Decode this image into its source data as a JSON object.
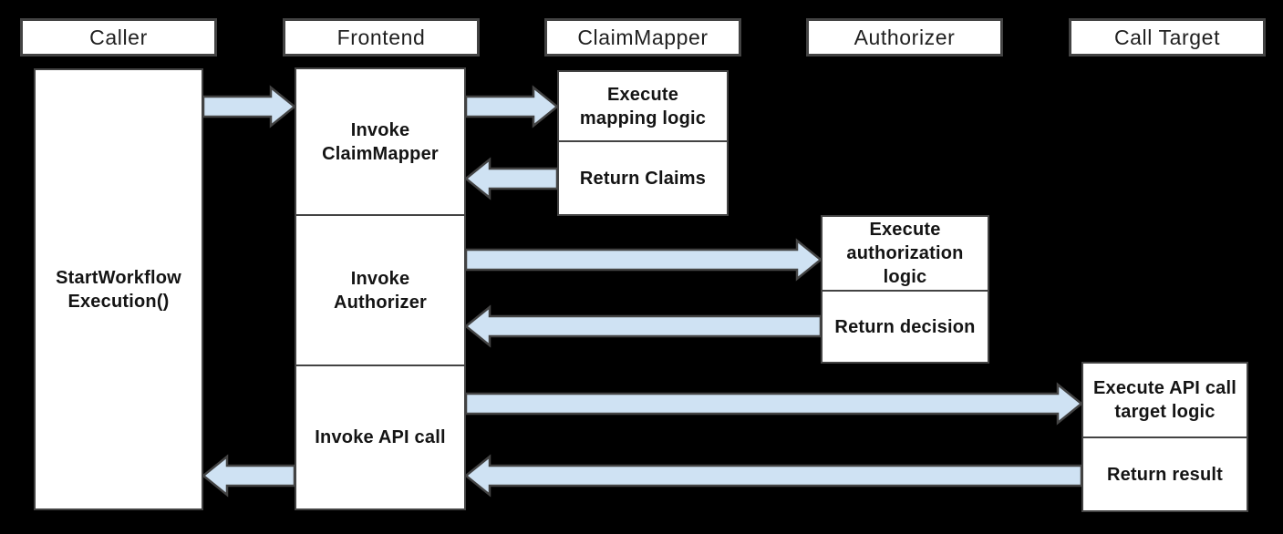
{
  "colors": {
    "background": "#000000",
    "box_fill": "#ffffff",
    "box_border": "#434343",
    "arrow_fill": "#cfe2f3",
    "arrow_stroke": "#434343",
    "text": "#141414"
  },
  "lifelines": [
    {
      "id": "caller",
      "label": "Caller"
    },
    {
      "id": "frontend",
      "label": "Frontend"
    },
    {
      "id": "claimmapper",
      "label": "ClaimMapper"
    },
    {
      "id": "authorizer",
      "label": "Authorizer"
    },
    {
      "id": "calltarget",
      "label": "Call Target"
    }
  ],
  "boxes": {
    "caller_activation": {
      "lines": [
        "StartWorkflow",
        "Execution()"
      ]
    },
    "frontend_invoke_claimmapper": {
      "lines": [
        "Invoke",
        "ClaimMapper"
      ]
    },
    "frontend_invoke_authorizer": {
      "lines": [
        "Invoke",
        "Authorizer"
      ]
    },
    "frontend_invoke_api_call": {
      "lines": [
        "Invoke API call"
      ]
    },
    "claimmapper_execute": {
      "lines": [
        "Execute",
        "mapping logic"
      ]
    },
    "claimmapper_return": {
      "lines": [
        "Return Claims"
      ]
    },
    "authorizer_execute": {
      "lines": [
        "Execute",
        "authorization",
        "logic"
      ]
    },
    "authorizer_return": {
      "lines": [
        "Return decision"
      ]
    },
    "calltarget_execute": {
      "lines": [
        "Execute API call",
        "target logic"
      ]
    },
    "calltarget_return": {
      "lines": [
        "Return result"
      ]
    }
  },
  "messages": [
    {
      "name": "arrow-caller-to-frontend",
      "from": "Caller",
      "to": "Frontend",
      "direction": "right"
    },
    {
      "name": "arrow-frontend-to-claimmapper",
      "from": "Frontend",
      "to": "ClaimMapper",
      "direction": "right"
    },
    {
      "name": "arrow-claimmapper-to-frontend",
      "from": "ClaimMapper",
      "to": "Frontend",
      "direction": "left"
    },
    {
      "name": "arrow-frontend-to-authorizer",
      "from": "Frontend",
      "to": "Authorizer",
      "direction": "right"
    },
    {
      "name": "arrow-authorizer-to-frontend",
      "from": "Authorizer",
      "to": "Frontend",
      "direction": "left"
    },
    {
      "name": "arrow-frontend-to-calltarget",
      "from": "Frontend",
      "to": "Call Target",
      "direction": "right"
    },
    {
      "name": "arrow-calltarget-to-frontend",
      "from": "Call Target",
      "to": "Frontend",
      "direction": "left"
    },
    {
      "name": "arrow-frontend-to-caller",
      "from": "Frontend",
      "to": "Caller",
      "direction": "left"
    }
  ]
}
